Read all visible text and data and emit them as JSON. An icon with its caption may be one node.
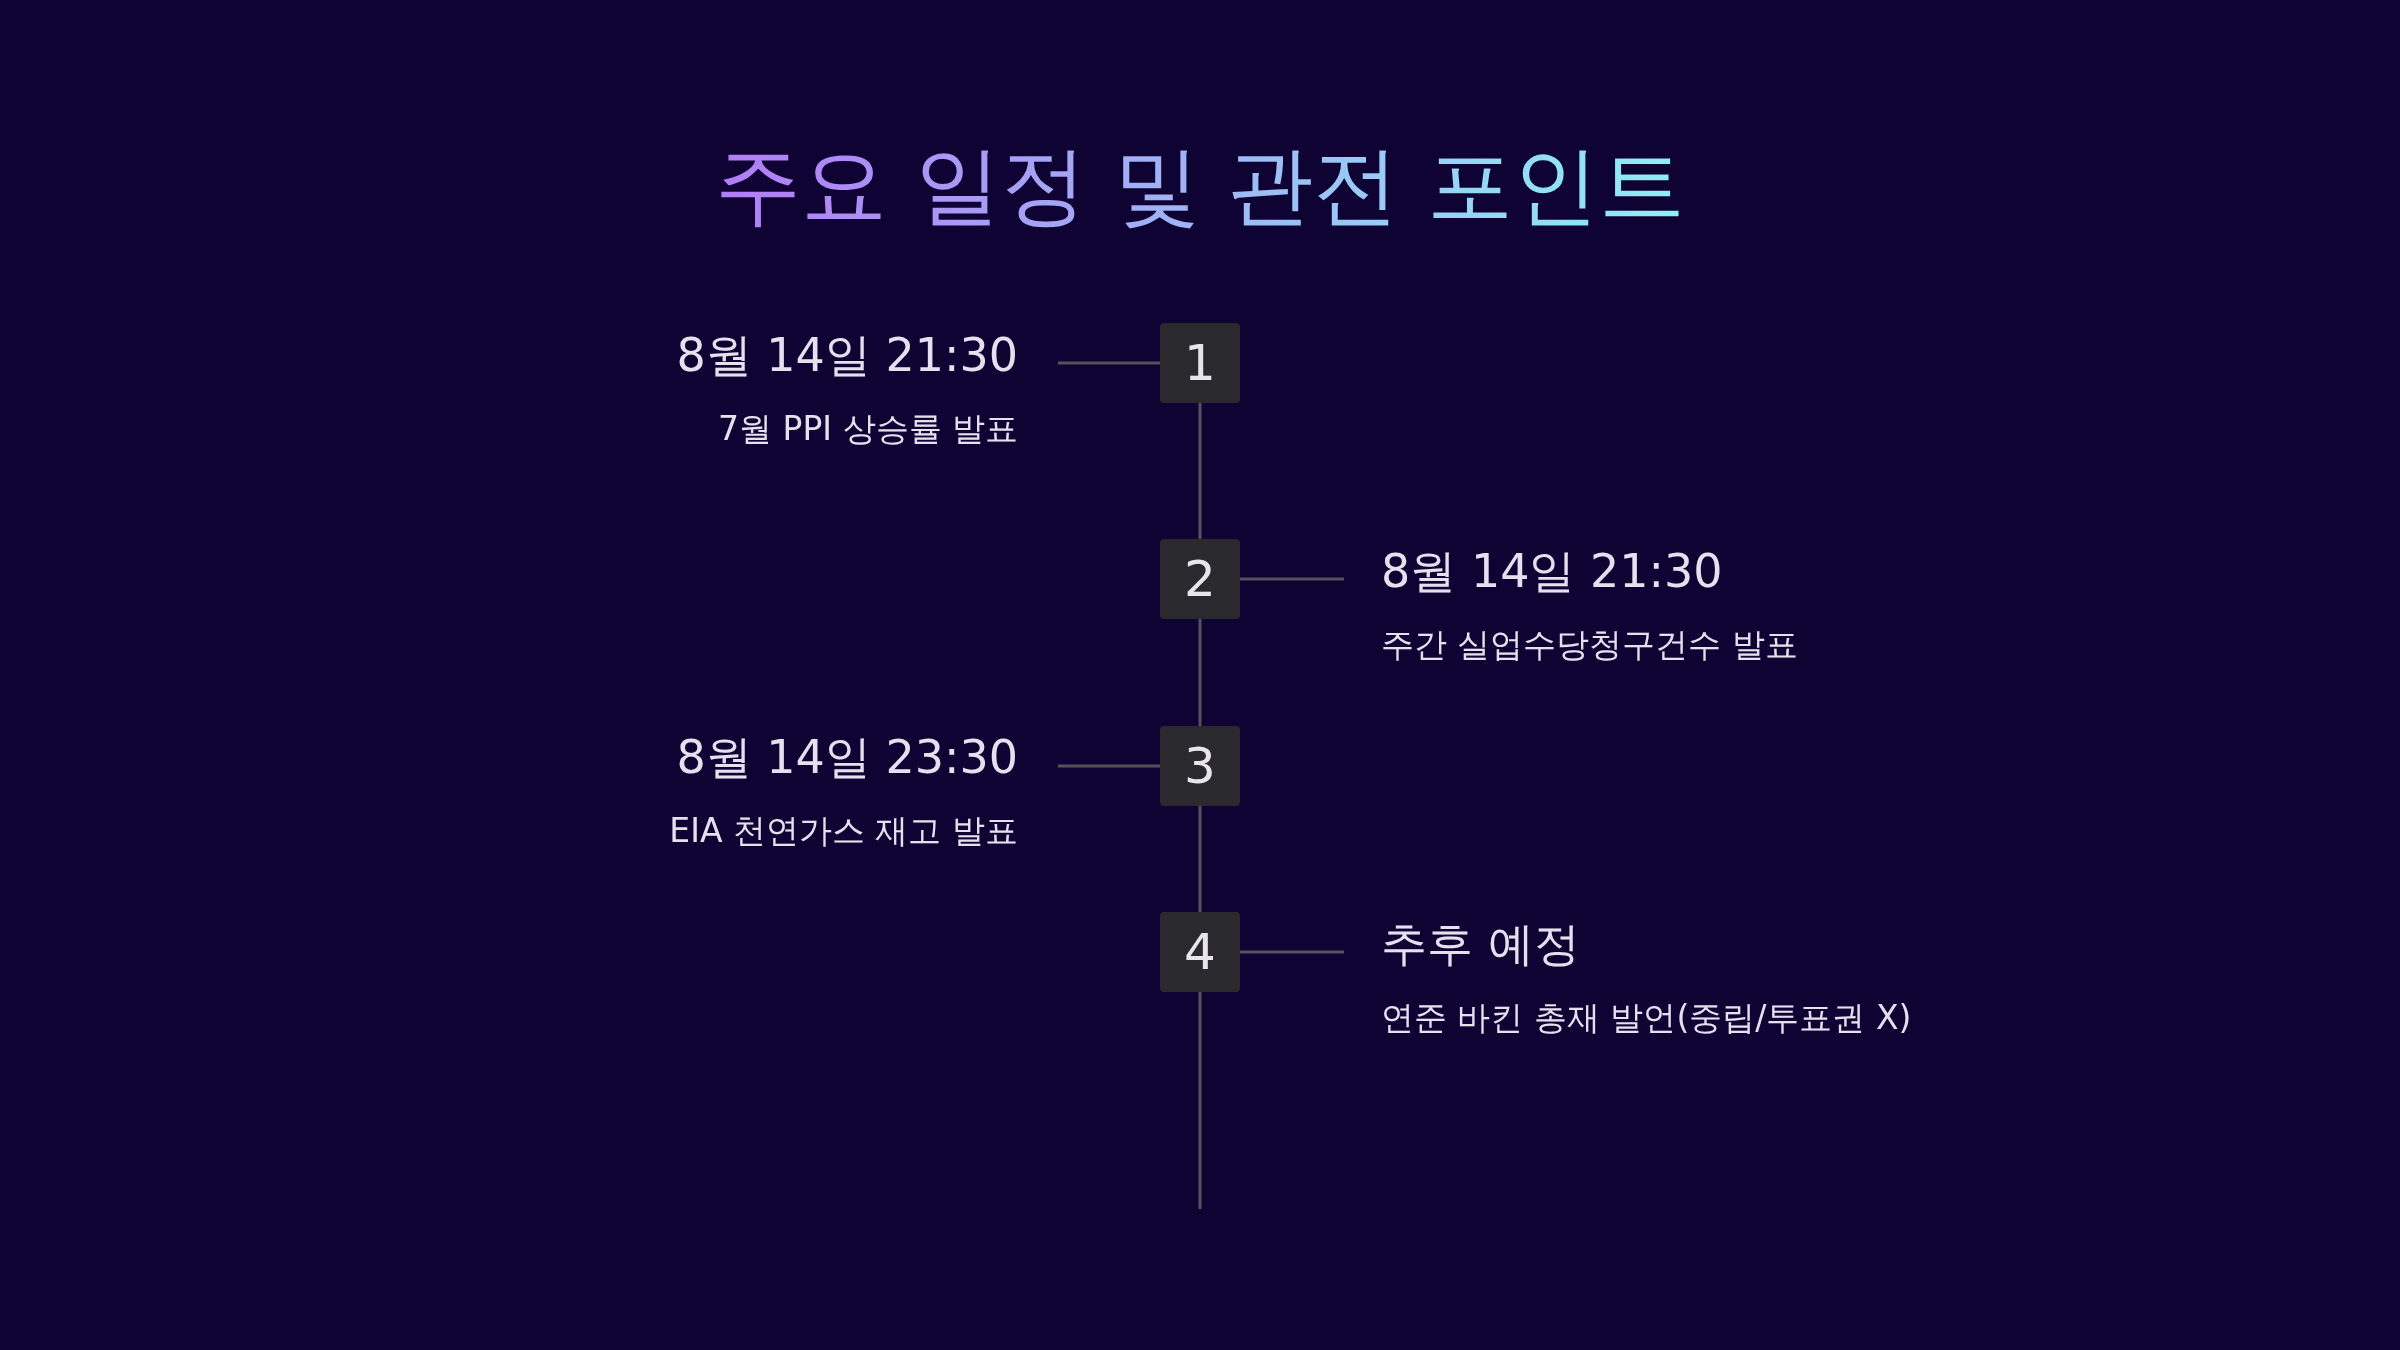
{
  "diagram": {
    "title": "주요 일정 및 관전 포인트",
    "nodes": [
      {
        "text": [
          "8월 14일 21:30",
          "7월 PPI 상승률 발표"
        ]
      },
      {
        "text": [
          "1"
        ]
      },
      {
        "text": [
          "2"
        ]
      },
      {
        "text": [
          "8월 14일 21:30",
          "주간 실업수당청구건수 발표"
        ]
      },
      {
        "text": [
          "8월 14일 23:30",
          "EIA 천연가스 재고 발표"
        ]
      },
      {
        "text": [
          "3"
        ]
      },
      {
        "text": [
          "4"
        ]
      },
      {
        "text": [
          "추후 예정",
          "연준 바킨 총재 발언(중립/투표권 X)"
        ]
      }
    ],
    "edges": [
      {
        "from": 0,
        "to": 1,
        "arrow": "none"
      },
      {
        "from": 1,
        "to": 2,
        "arrow": "none"
      },
      {
        "from": 2,
        "to": 3,
        "arrow": "none"
      },
      {
        "from": 2,
        "to": 5,
        "arrow": "none"
      },
      {
        "from": 4,
        "to": 5,
        "arrow": "none"
      },
      {
        "from": 5,
        "to": 6,
        "arrow": "none"
      },
      {
        "from": 6,
        "to": 7,
        "arrow": "none"
      },
      {
        "from": 6,
        "to": null,
        "arrow": "none"
      }
    ]
  }
}
